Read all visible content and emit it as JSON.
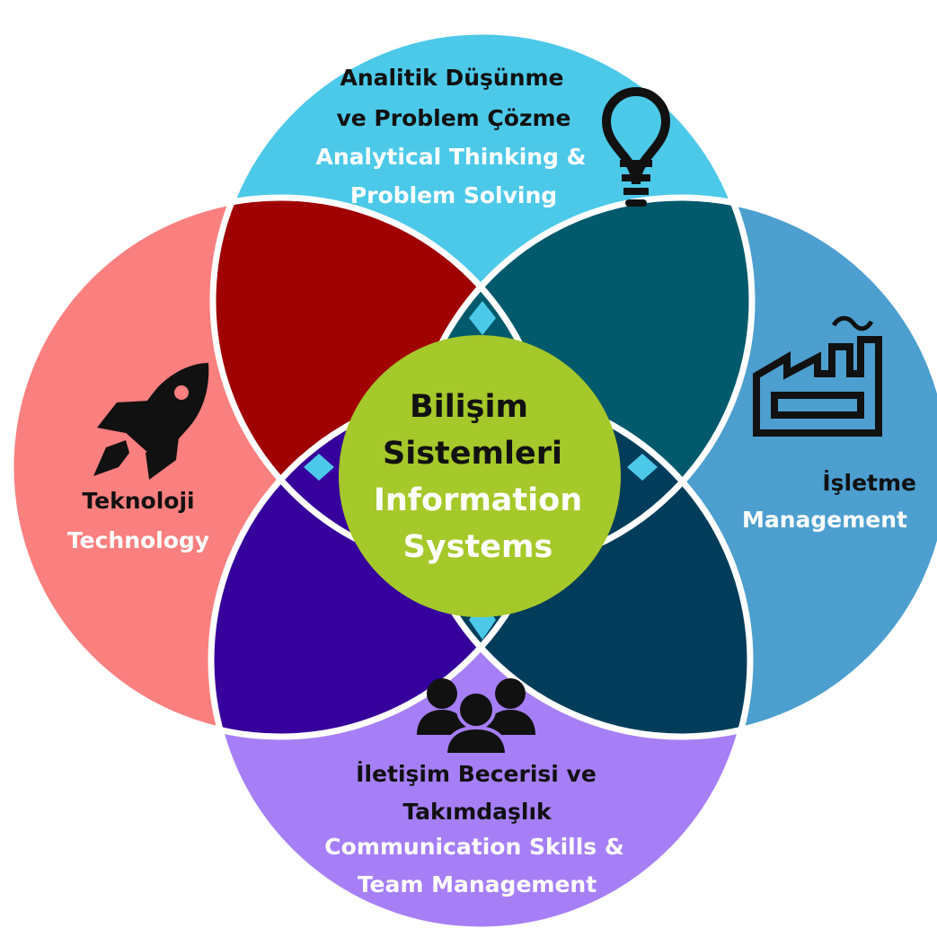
{
  "colors": {
    "top_circle": "#4cc9e9",
    "left_circle": "#fa7f7f",
    "right_circle": "#4c9fcf",
    "bottom_circle": "#a67ff7",
    "overlap_top_left": "#a00000",
    "overlap_top_right": "#005a6b",
    "overlap_bottom_left": "#35009c",
    "overlap_bottom_right": "#013d5a",
    "center_circle": "#a5c82a",
    "outline": "#ffffff"
  },
  "center": {
    "line1": "Bilişim",
    "line2": "Sistemleri",
    "line3": "Information",
    "line4": "Systems"
  },
  "top": {
    "tr_line1": "Analitik Düşünme",
    "tr_line2": "ve Problem Çözme",
    "en_line1": "Analytical Thinking &",
    "en_line2": "Problem Solving",
    "icon": "lightbulb-icon"
  },
  "left": {
    "tr_line1": "Teknoloji",
    "en_line1": "Technology",
    "icon": "rocket-icon"
  },
  "right": {
    "tr_line1": "İşletme",
    "en_line1": "Management",
    "icon": "factory-icon"
  },
  "bottom": {
    "tr_line1": "İletişim Becerisi ve",
    "tr_line2": "Takımdaşlık",
    "en_line1": "Communication Skills &",
    "en_line2": "Team Management",
    "icon": "team-icon"
  }
}
